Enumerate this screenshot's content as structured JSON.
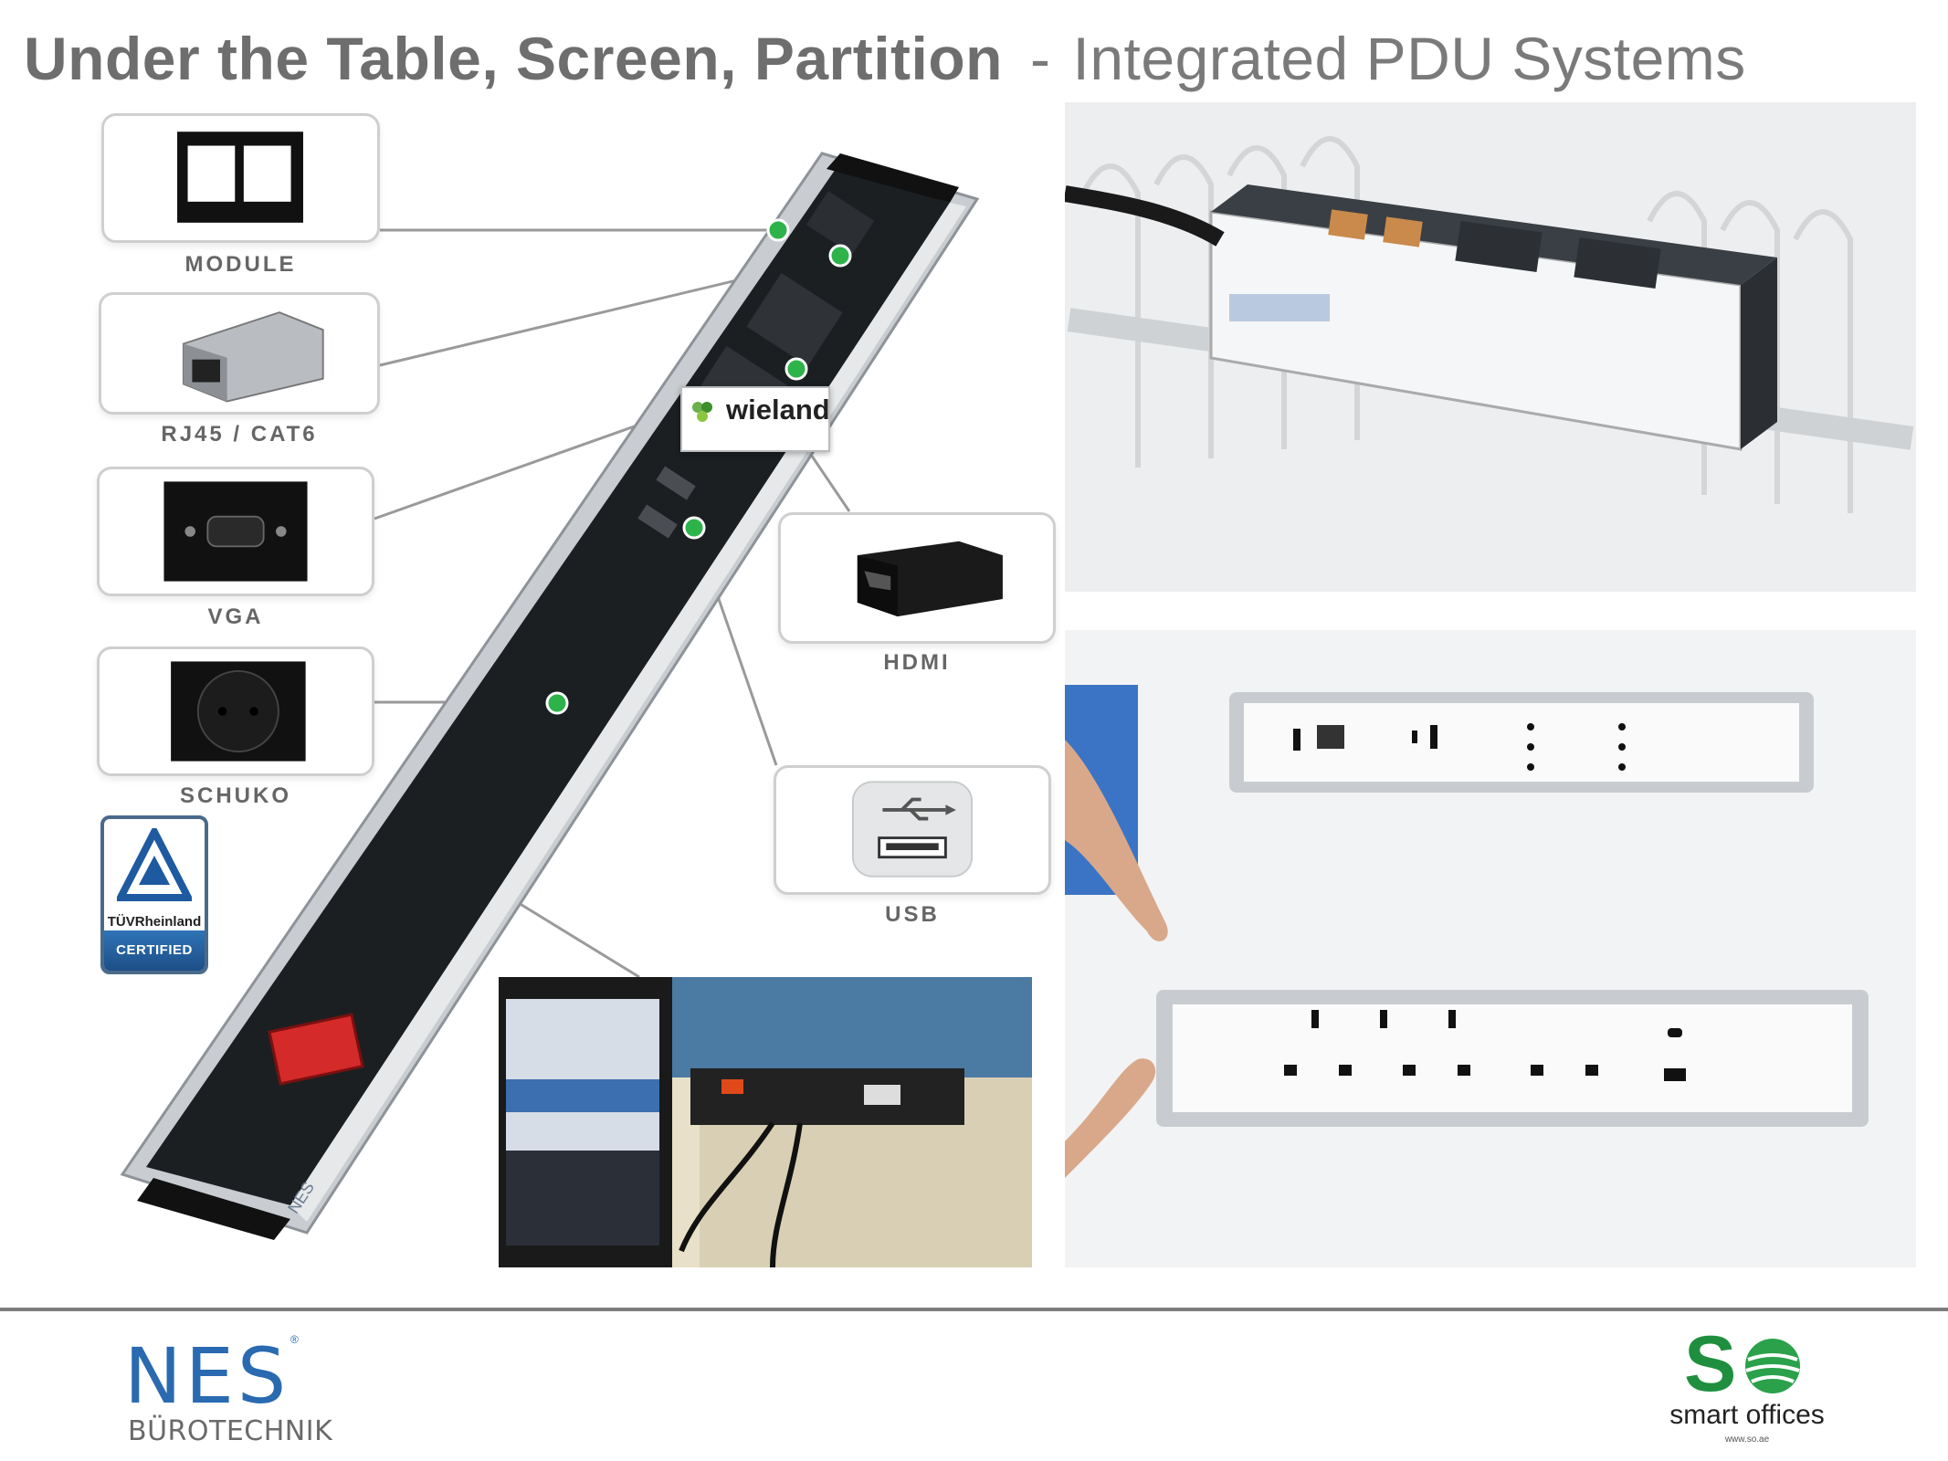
{
  "header": {
    "title_bold": "Under the Table, Screen, Partition",
    "separator": "-",
    "title_light": "Integrated PDU Systems"
  },
  "callouts": [
    {
      "label": "MODULE"
    },
    {
      "label": "RJ45 / CAT6"
    },
    {
      "label": "VGA"
    },
    {
      "label": "SCHUKO"
    },
    {
      "label": "HDMI"
    },
    {
      "label": "USB"
    }
  ],
  "certification": {
    "brand": "TÜVRheinland",
    "badge": "CERTIFIED"
  },
  "wieland": {
    "name": "wieland"
  },
  "strip": {
    "side_brand": "NES"
  },
  "footer": {
    "nes_logo": "NES",
    "nes_sub": "BÜROTECHNIK",
    "so_logo": "S",
    "so_name": "smart offices",
    "so_url": "www.so.ae"
  },
  "colors": {
    "title": "#7a7a7a",
    "connector_dot": "#2db34a",
    "switch": "#d42a2a",
    "nes_blue": "#2a6ab0",
    "so_green": "#1f8f3f"
  },
  "icons": [
    "green-dot-icon",
    "tuv-triangle-icon",
    "usb-symbol-icon",
    "globe-icon",
    "wieland-leaf-icon"
  ]
}
